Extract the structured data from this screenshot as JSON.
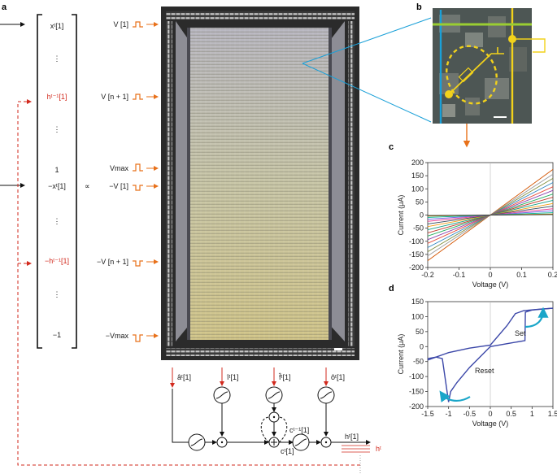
{
  "panels": {
    "a": "a",
    "b": "b",
    "c": "c",
    "d": "d"
  },
  "vector_entries": [
    {
      "text": "xᵗ[1]",
      "color": "#1a1a1a"
    },
    {
      "text": "⋮",
      "color": "#1a1a1a"
    },
    {
      "text": "hᵗ⁻¹[1]",
      "color": "#d22a1e"
    },
    {
      "text": "⋮",
      "color": "#1a1a1a"
    },
    {
      "text": "1",
      "color": "#1a1a1a"
    },
    {
      "text": "−xᵗ[1]",
      "color": "#1a1a1a"
    },
    {
      "text": "⋮",
      "color": "#1a1a1a"
    },
    {
      "text": "−hᵗ⁻¹[1]",
      "color": "#d22a1e"
    },
    {
      "text": "⋮",
      "color": "#1a1a1a"
    },
    {
      "text": "−1",
      "color": "#1a1a1a"
    }
  ],
  "proportional": "∝",
  "voltages": [
    "V [1]",
    "V [n + 1]",
    "Vmax",
    "−V [1]",
    "−V [n + 1]",
    "−Vmax"
  ],
  "gates": {
    "a_hat": "âᵗ[1]",
    "i_hat": "îᵗ[1]",
    "f_hat": "f̂ᵗ[1]",
    "o_hat": "ôᵗ[1]",
    "c_prev": "cᵗ⁻¹[1]",
    "c_curr": "cᵗ[1]",
    "h_out": "hᵗ[1]",
    "h_vec": "hᵗ"
  },
  "colors": {
    "red": "#d22a1e",
    "orange": "#e8711a",
    "blue": "#1aa0d8",
    "yellow": "#f2d21b",
    "green": "#9acd32"
  },
  "chart_data": [
    {
      "panel": "c",
      "type": "line",
      "xlabel": "Voltage (V)",
      "ylabel": "Current (μA)",
      "xlim": [
        -0.2,
        0.2
      ],
      "ylim": [
        -200,
        200
      ],
      "xticks": [
        "-0.2",
        "-0.1",
        "0",
        "0.1",
        "0.2"
      ],
      "yticks": [
        "200",
        "150",
        "100",
        "50",
        "0",
        "-50",
        "-100",
        "-150",
        "-200"
      ],
      "series": [
        {
          "slope": 870,
          "color": "#d35400"
        },
        {
          "slope": 780,
          "color": "#9b9b9b"
        },
        {
          "slope": 700,
          "color": "#7f8c3a"
        },
        {
          "slope": 620,
          "color": "#2e86c1"
        },
        {
          "slope": 540,
          "color": "#e74c3c"
        },
        {
          "slope": 470,
          "color": "#8e44ad"
        },
        {
          "slope": 400,
          "color": "#27ae60"
        },
        {
          "slope": 340,
          "color": "#c0392b"
        },
        {
          "slope": 280,
          "color": "#16a085"
        },
        {
          "slope": 220,
          "color": "#f39c12"
        },
        {
          "slope": 170,
          "color": "#34495e"
        },
        {
          "slope": 120,
          "color": "#e84393"
        },
        {
          "slope": 80,
          "color": "#6c5ce7"
        },
        {
          "slope": 45,
          "color": "#00b894"
        },
        {
          "slope": 20,
          "color": "#b8860b"
        },
        {
          "slope": 8,
          "color": "#2d3436"
        }
      ]
    },
    {
      "panel": "d",
      "type": "line",
      "xlabel": "Voltage (V)",
      "ylabel": "Current (μA)",
      "xlim": [
        -1.5,
        1.5
      ],
      "ylim": [
        -200,
        150
      ],
      "xticks": [
        "-1.5",
        "-1",
        "-0.5",
        "0",
        "0.5",
        "1",
        "1.5"
      ],
      "yticks": [
        "150",
        "100",
        "50",
        "0",
        "-50",
        "-100",
        "-150",
        "-200"
      ],
      "annotations": [
        "Set",
        "Reset"
      ],
      "series": [
        {
          "x": [
            -1.5,
            -1.3,
            -1.1,
            -1.0,
            -0.5,
            0.0,
            0.4,
            0.6,
            0.8,
            1.2,
            1.5
          ],
          "y": [
            -45,
            -35,
            -25,
            -20,
            -5,
            5,
            70,
            110,
            120,
            125,
            128
          ]
        },
        {
          "x": [
            1.5,
            1.0,
            0.84,
            0.83,
            0.5,
            0.0,
            -0.5,
            -0.8,
            -0.95,
            -1.0,
            -1.15,
            -1.3,
            -1.5
          ],
          "y": [
            128,
            122,
            115,
            20,
            12,
            0,
            -70,
            -120,
            -150,
            -185,
            -40,
            -35,
            -40
          ]
        }
      ]
    }
  ]
}
